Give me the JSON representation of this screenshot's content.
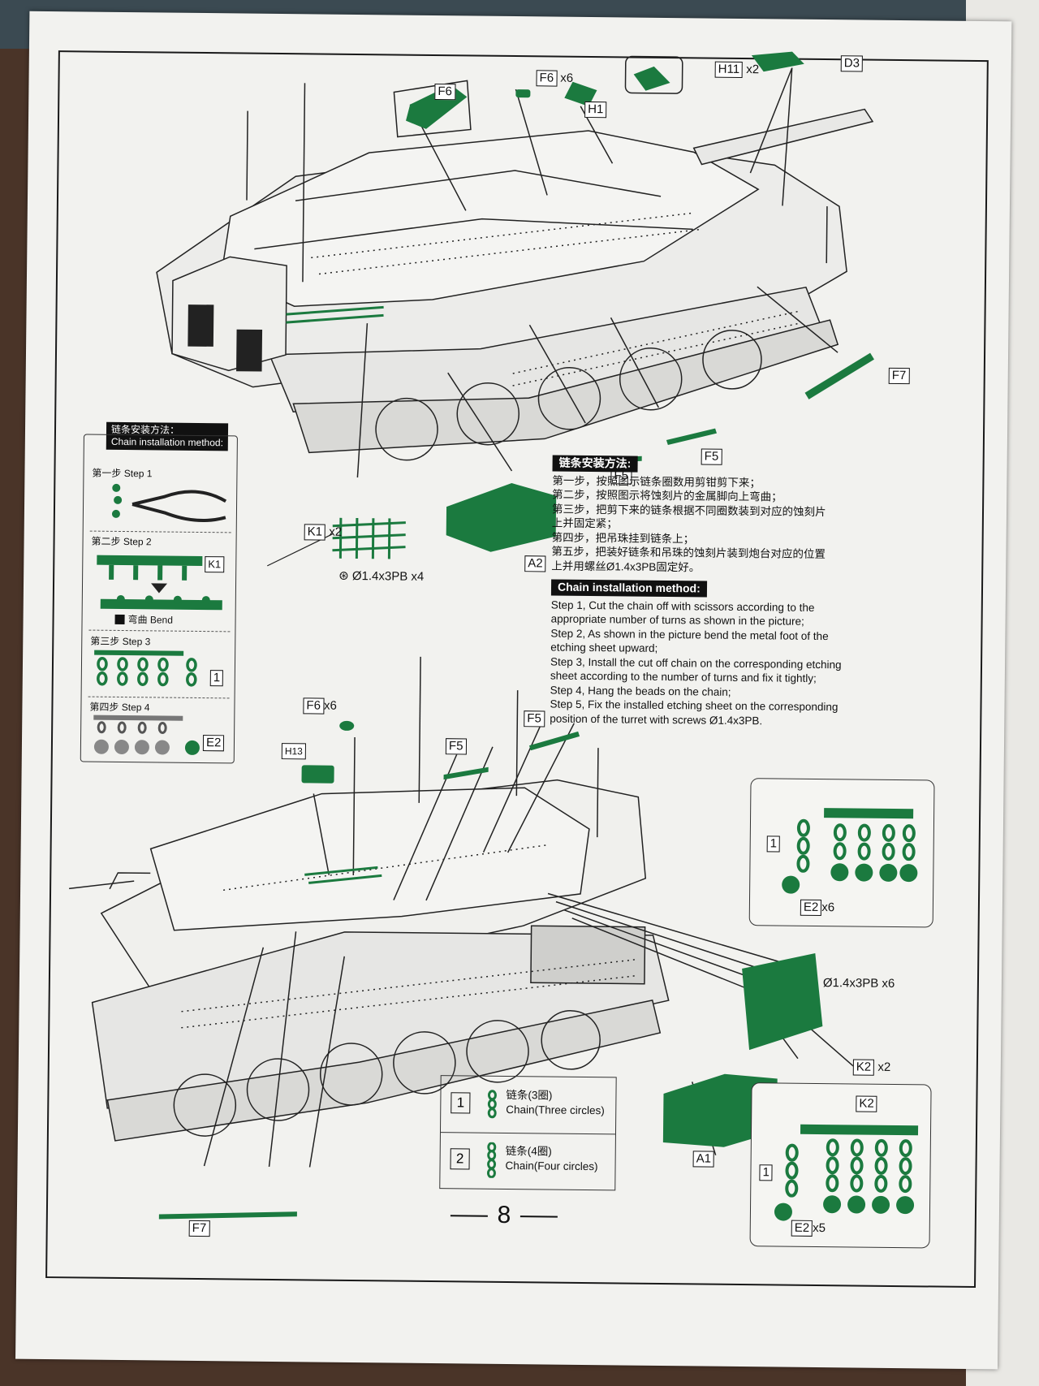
{
  "parts": {
    "f6_big": "F6",
    "f6_qty": "F6",
    "f6_x": "x6",
    "h1": "H1",
    "h11": "H11",
    "h11_x": "x2",
    "d3": "D3",
    "f7_top": "F7",
    "f5_a": "F5",
    "f5_b": "F5",
    "a2": "A2",
    "k1": "K1",
    "k1_x": "x2",
    "screw_top": "Ø1.4x3PB x4",
    "f6_mid": "F6",
    "f6_mid_x": "x6",
    "h13": "H13",
    "f5_c": "F5",
    "f5_d": "F5",
    "e2_callout1": "E2",
    "e2_callout1_x": "x6",
    "callout1_num": "1",
    "screw_bottom": "Ø1.4x3PB x6",
    "k2_qty": "K2",
    "k2_x": "x2",
    "k2_label": "K2",
    "callout2_num": "1",
    "e2_callout2": "E2",
    "e2_callout2_x": "x5",
    "a1": "A1",
    "f7_bottom": "F7"
  },
  "steps_panel": {
    "title_cn": "链条安装方法：",
    "title_en": "Chain installation method:",
    "step1": "第一步 Step 1",
    "step2": "第二步 Step 2",
    "step2_part": "K1",
    "bend": "弯曲 Bend",
    "step3": "第三步 Step 3",
    "step3_num": "1",
    "step4": "第四步 Step 4",
    "step4_part": "E2"
  },
  "instructions": {
    "cn_header": "链条安装方法:",
    "cn_lines": [
      "第一步，按照图示链条圈数用剪钳剪下来；",
      "第二步，按照图示将蚀刻片的金属脚向上弯曲；",
      "第三步，把剪下来的链条根据不同圈数装到对应的蚀刻片",
      "上并固定紧；",
      "第四步，把吊珠挂到链条上；",
      "第五步，把装好链条和吊珠的蚀刻片装到炮台对应的位置",
      "上并用螺丝Ø1.4x3PB固定好。"
    ],
    "en_header": "Chain installation method:",
    "en_lines": [
      "Step 1, Cut the chain off with scissors according to the",
      "appropriate number of turns as shown in the picture;",
      "Step 2, As shown in the picture bend the metal foot of the",
      "etching sheet upward;",
      "Step 3, Install the cut off chain on the corresponding etching",
      "sheet according to the number of turns and fix it tightly;",
      "Step 4, Hang the beads on the chain;",
      "Step 5, Fix the installed etching sheet on the corresponding",
      "position of the turret with screws Ø1.4x3PB."
    ]
  },
  "legend": {
    "row1_num": "1",
    "row1_cn": "链条(3圈)",
    "row1_en": "Chain(Three circles)",
    "row2_num": "2",
    "row2_cn": "链条(4圈)",
    "row2_en": "Chain(Four circles)"
  },
  "page_number": "8",
  "colors": {
    "part_green": "#1b7a3f",
    "line_art": "#222222",
    "paper": "#f2f2ef"
  }
}
